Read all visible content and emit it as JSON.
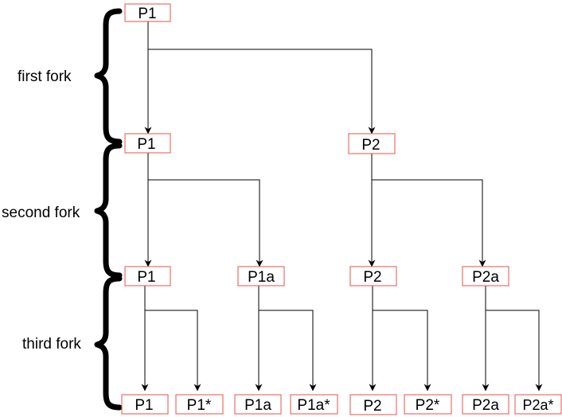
{
  "diagram": {
    "levels": [
      {
        "label": "first fork"
      },
      {
        "label": "second fork"
      },
      {
        "label": "third fork"
      }
    ],
    "nodes": {
      "root_p1": "P1",
      "l1_p1": "P1",
      "l1_p2": "P2",
      "l2_p1": "P1",
      "l2_p1a": "P1a",
      "l2_p2": "P2",
      "l2_p2a": "P2a",
      "l3_p1": "P1",
      "l3_p1s": "P1*",
      "l3_p1a": "P1a",
      "l3_p1as": "P1a*",
      "l3_p2": "P2",
      "l3_p2s": "P2*",
      "l3_p2a": "P2a",
      "l3_p2as": "P2a*"
    },
    "colors": {
      "node_border": "#e8504a",
      "line": "#000000",
      "text": "#000000"
    }
  }
}
